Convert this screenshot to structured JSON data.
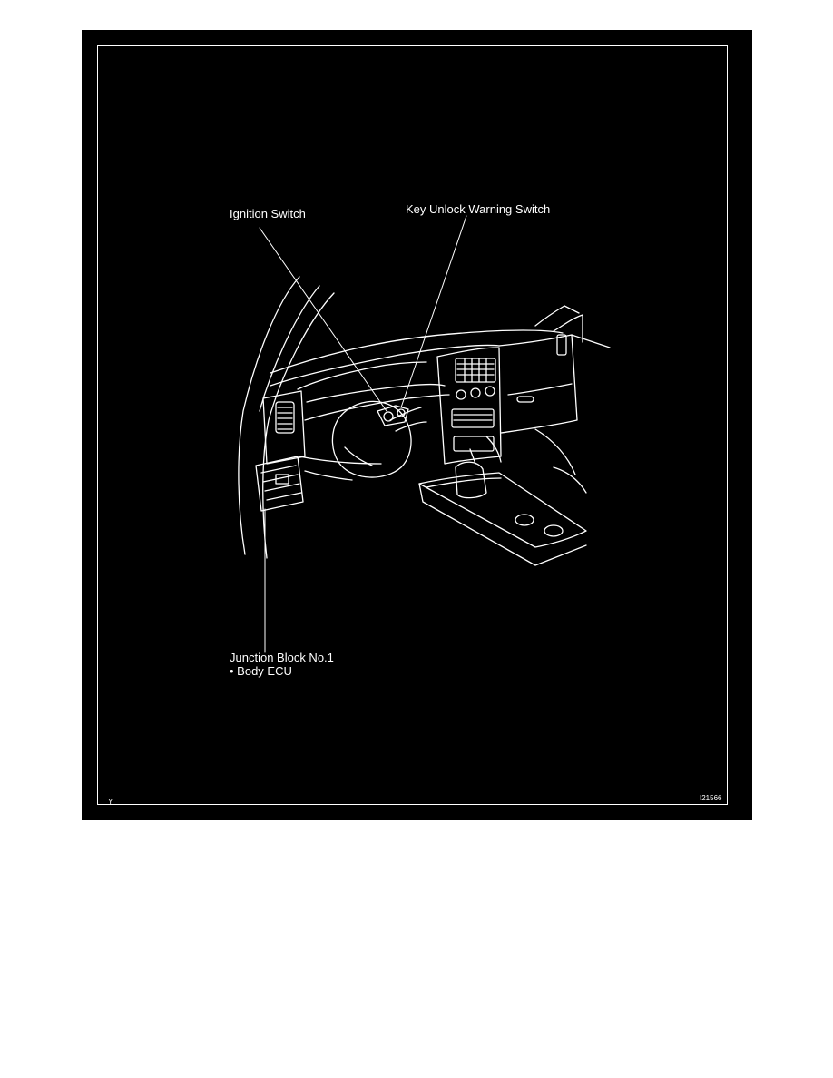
{
  "colors": {
    "page_background": "#ffffff",
    "figure_background": "#000000",
    "line_art": "#ffffff"
  },
  "labels": {
    "ignition_switch": "Ignition Switch",
    "key_unlock_warning_switch": "Key Unlock Warning Switch",
    "junction_block": "Junction Block No.1",
    "body_ecu": "• Body ECU"
  },
  "corner_marks": {
    "view_code": "Y",
    "figure_id": "I21566"
  }
}
